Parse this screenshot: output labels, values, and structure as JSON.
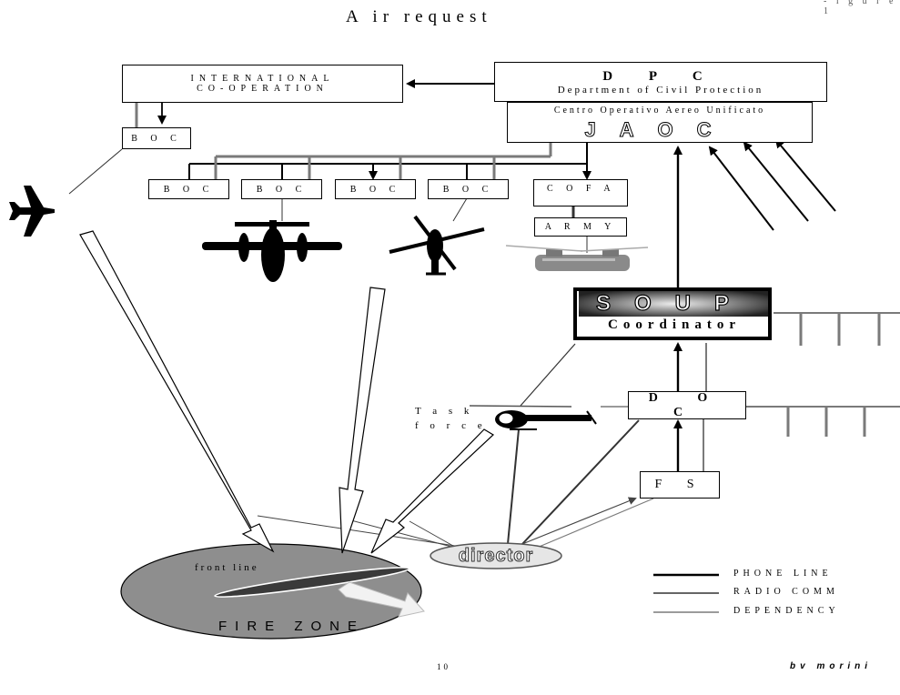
{
  "header": {
    "title": "A ir request",
    "corner_label": "- i g u r e 1"
  },
  "nodes": {
    "international": {
      "line1": "INTERNATIONAL",
      "line2": "CO-OPERATION"
    },
    "boc_intl": "B O C",
    "dpc": {
      "line1": "D P C",
      "line2": "Department of Civil Protection"
    },
    "coau": "Centro Operativo Aereo Unificato",
    "jaoc_logo": "JAOC",
    "boc_1": "B O C",
    "boc_2": "B O C",
    "boc_3": "B O C",
    "boc_4": "B O C",
    "cofa": "C O F A",
    "army": "A R M Y",
    "soup_logo": "SOUP",
    "coordinator": "Coordinator",
    "doc": "D O C",
    "fs": "F S",
    "task_force": {
      "line1": "T a s k",
      "line2": "f o r c e"
    },
    "director": "director",
    "front_line": "front line",
    "fire_zone": "FIRE ZONE"
  },
  "legend": [
    {
      "label": "PHONE LINE",
      "color": "#000000"
    },
    {
      "label": "RADIO COMM",
      "color": "#333333"
    },
    {
      "label": "DEPENDENCY",
      "color": "#7a7a7a"
    }
  ],
  "footer": {
    "page_number": "10",
    "author": "bv morini"
  },
  "colors": {
    "fire_zone": "#8e8e8e",
    "dependency": "#7a7a7a",
    "radio": "#3a3a3a",
    "phone": "#000000"
  }
}
